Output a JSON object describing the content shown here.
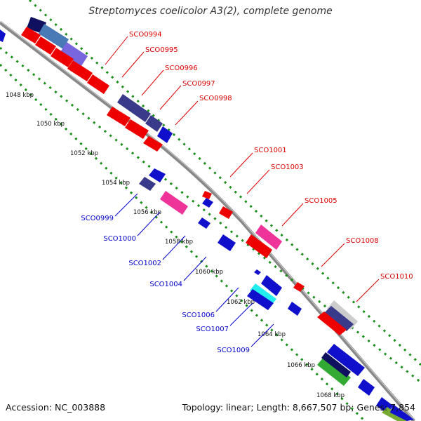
{
  "title": "Streptomyces coelicolor A3(2), complete genome",
  "footer": {
    "accession": "Accession: NC_003888",
    "stats": "Topology: linear; Length: 8,667,507 bp; Genes: 7,854"
  },
  "colors": {
    "backbone": "#888888",
    "dots": "#1a8f1a",
    "forward_label": "#dd0000",
    "reverse_label": "#0000cc",
    "tick_label": "#111111"
  },
  "ticks": [
    "1048 kbp",
    "1050 kbp",
    "1052 kbp",
    "1054 kbp",
    "1056 kbp",
    "1058 kbp",
    "1060 kbp",
    "1062 kbp",
    "1064 kbp",
    "1066 kbp",
    "1068 kbp"
  ],
  "forward_genes": [
    "SCO0994",
    "SCO0995",
    "SCO0996",
    "SCO0997",
    "SCO0998",
    "SCO1001",
    "SCO1003",
    "SCO1005",
    "SCO1008",
    "SCO1010"
  ],
  "reverse_genes": [
    "SCO0999",
    "SCO1000",
    "SCO1002",
    "SCO1004",
    "SCO1006",
    "SCO1007",
    "SCO1009"
  ]
}
